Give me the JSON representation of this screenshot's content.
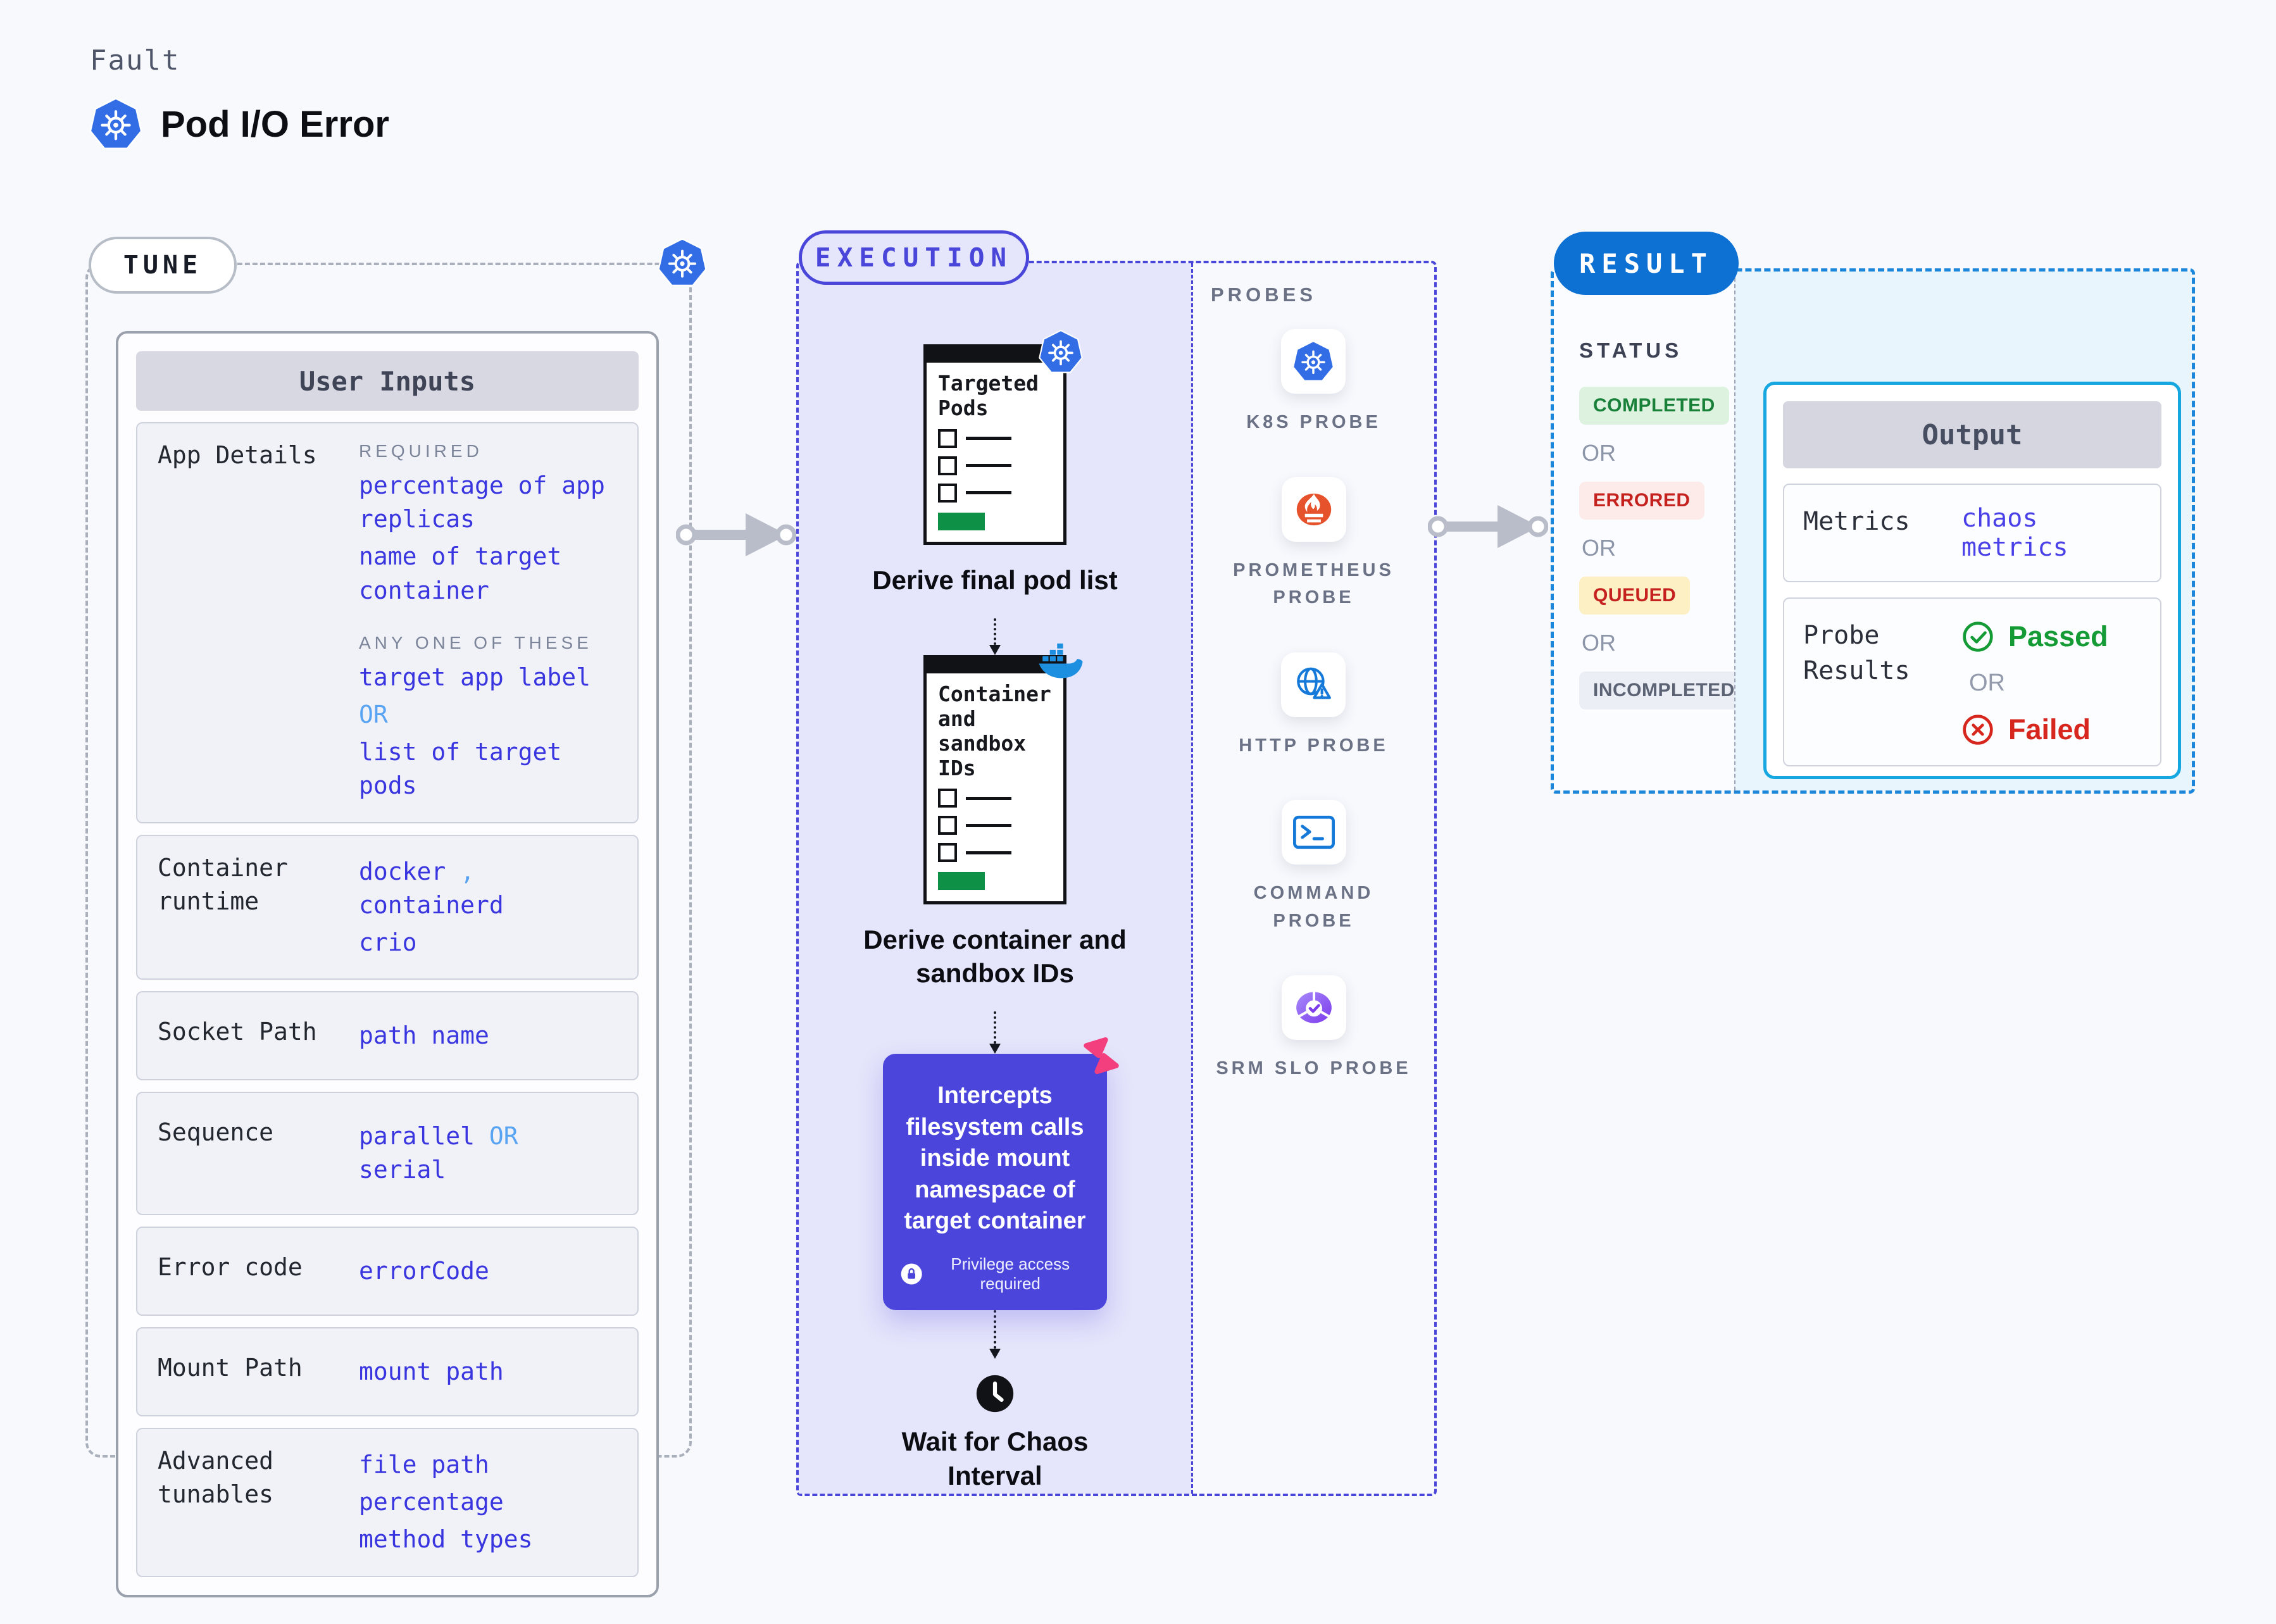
{
  "header": {
    "eyebrow": "Fault",
    "title": "Pod I/O Error",
    "title_icon": "kubernetes"
  },
  "tune": {
    "label": "TUNE",
    "corner_icon": "kubernetes",
    "user_inputs": {
      "header": "User Inputs",
      "rows": [
        {
          "label": "App Details",
          "pad": "normal",
          "lines": [
            {
              "t": "heading",
              "text": "REQUIRED"
            },
            {
              "t": "link",
              "text": "percentage of app replicas"
            },
            {
              "t": "link",
              "text": "name of target container"
            },
            {
              "t": "gap"
            },
            {
              "t": "heading",
              "text": "ANY ONE OF THESE"
            },
            {
              "t": "link",
              "text": "target app label"
            },
            {
              "t": "muted",
              "text": "OR"
            },
            {
              "t": "link",
              "text": "list of target pods"
            }
          ]
        },
        {
          "label": "Container runtime",
          "pad": "normal",
          "lines": [
            {
              "t": "mixed",
              "parts": [
                {
                  "s": "link",
                  "text": "docker"
                },
                {
                  "s": "muted",
                  "text": " , "
                },
                {
                  "s": "link",
                  "text": "containerd"
                }
              ]
            },
            {
              "t": "link",
              "text": "crio"
            }
          ]
        },
        {
          "label": "Socket Path",
          "pad": "lg",
          "lines": [
            {
              "t": "link",
              "text": "path name"
            }
          ]
        },
        {
          "label": "Sequence",
          "pad": "lg",
          "lines": [
            {
              "t": "mixed",
              "parts": [
                {
                  "s": "link",
                  "text": "parallel"
                },
                {
                  "s": "muted",
                  "text": " OR "
                },
                {
                  "s": "link",
                  "text": "serial"
                }
              ]
            }
          ]
        },
        {
          "label": "Error code",
          "pad": "lg",
          "lines": [
            {
              "t": "link",
              "text": "errorCode"
            }
          ]
        },
        {
          "label": "Mount Path",
          "pad": "lg",
          "lines": [
            {
              "t": "link",
              "text": "mount path"
            }
          ]
        },
        {
          "label": "Advanced tunables",
          "pad": "normal",
          "lines": [
            {
              "t": "link",
              "text": "file path"
            },
            {
              "t": "link",
              "text": "percentage"
            },
            {
              "t": "link",
              "text": "method types"
            }
          ]
        }
      ]
    }
  },
  "execution": {
    "label": "EXECUTION",
    "flow": {
      "step1": {
        "card_title": "Targeted Pods",
        "icon": "kubernetes",
        "caption": "Derive final pod list"
      },
      "step2": {
        "card_title": "Container and sandbox IDs",
        "icon": "docker",
        "caption": "Derive container and sandbox IDs"
      },
      "intercept": {
        "text": "Intercepts filesystem calls inside mount namespace of target container",
        "badge_icon": "lock",
        "badge_text": "Privilege access required",
        "corner_icon": "chaos-arrows"
      },
      "wait": {
        "icon": "clock",
        "caption": "Wait for Chaos Interval"
      }
    }
  },
  "probes": {
    "label": "PROBES",
    "items": [
      {
        "icon": "kubernetes",
        "label": "K8S PROBE"
      },
      {
        "icon": "prometheus",
        "label": "PROMETHEUS PROBE"
      },
      {
        "icon": "http",
        "label": "HTTP PROBE"
      },
      {
        "icon": "command",
        "label": "COMMAND PROBE"
      },
      {
        "icon": "srm",
        "label": "SRM SLO PROBE"
      }
    ]
  },
  "result": {
    "label": "RESULT",
    "status": {
      "heading": "STATUS",
      "separator": "OR",
      "badges": [
        {
          "text": "COMPLETED",
          "fg": "#188038",
          "bg": "#def2e0"
        },
        {
          "text": "ERRORED",
          "fg": "#c5221f",
          "bg": "#fcebe9"
        },
        {
          "text": "QUEUED",
          "fg": "#c5221f",
          "bg": "#fcf0c4"
        },
        {
          "text": "INCOMPLETED",
          "fg": "#5c6374",
          "bg": "#eceef5"
        }
      ]
    },
    "output": {
      "header": "Output",
      "metrics_label": "Metrics",
      "metrics_value": "chaos metrics",
      "probe_results_label": "Probe Results",
      "passed": "Passed",
      "or": "OR",
      "failed": "Failed"
    }
  },
  "colors": {
    "page_bg": "#f8f9fd",
    "kubernetes_blue": "#326de6",
    "docker_blue": "#1d8fe1",
    "prometheus_orange": "#e6522c",
    "probe_icon_blue": "#1479d8",
    "srm_purple": "#7c3aed",
    "execution_indigo": "#4a46da",
    "execution_fill": "#e5e5fb",
    "intercept_bg": "#4b45dc",
    "chaos_pink": "#f43f7f",
    "result_pill_blue": "#0d70d3",
    "result_border_blue": "#1b86da",
    "output_border_cyan": "#16a7e1",
    "output_fill": "#e8f5fd",
    "value_link_blue": "#3a36df",
    "value_link_light": "#58a4f2",
    "passed_green": "#149b35",
    "failed_red": "#d7261d",
    "green_bar": "#0e9046"
  }
}
